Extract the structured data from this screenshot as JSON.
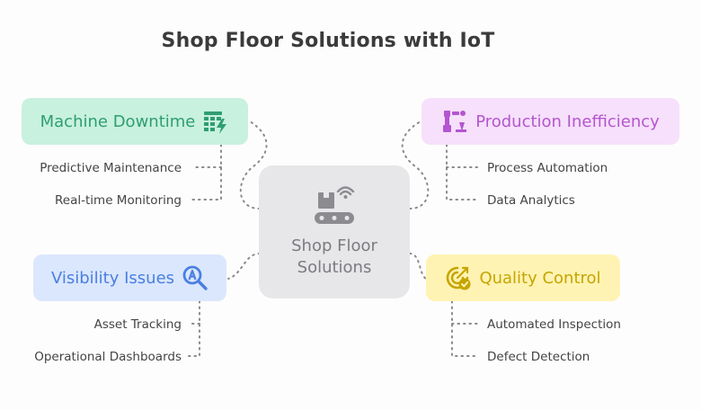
{
  "title": "Shop Floor Solutions with IoT",
  "center": {
    "label_line1": "Shop Floor",
    "label_line2": "Solutions",
    "icon": "conveyor-iot-icon"
  },
  "branches": [
    {
      "label": "Machine Downtime",
      "icon": "spreadsheet-bolt-icon",
      "color": "#2f9e72",
      "bg": "#c8f1df",
      "leaves": [
        "Predictive Maintenance",
        "Real-time Monitoring"
      ]
    },
    {
      "label": "Production Inefficiency",
      "icon": "robot-arm-icon",
      "color": "#b456cf",
      "bg": "#f6e0fb",
      "leaves": [
        "Process Automation",
        "Data Analytics"
      ]
    },
    {
      "label": "Visibility Issues",
      "icon": "search-asset-icon",
      "color": "#4a7fe0",
      "bg": "#dbe7fd",
      "leaves": [
        "Asset Tracking",
        "Operational Dashboards"
      ]
    },
    {
      "label": "Quality Control",
      "icon": "quality-check-icon",
      "color": "#c5a500",
      "bg": "#fff3b3",
      "leaves": [
        "Automated Inspection",
        "Defect Detection"
      ]
    }
  ]
}
